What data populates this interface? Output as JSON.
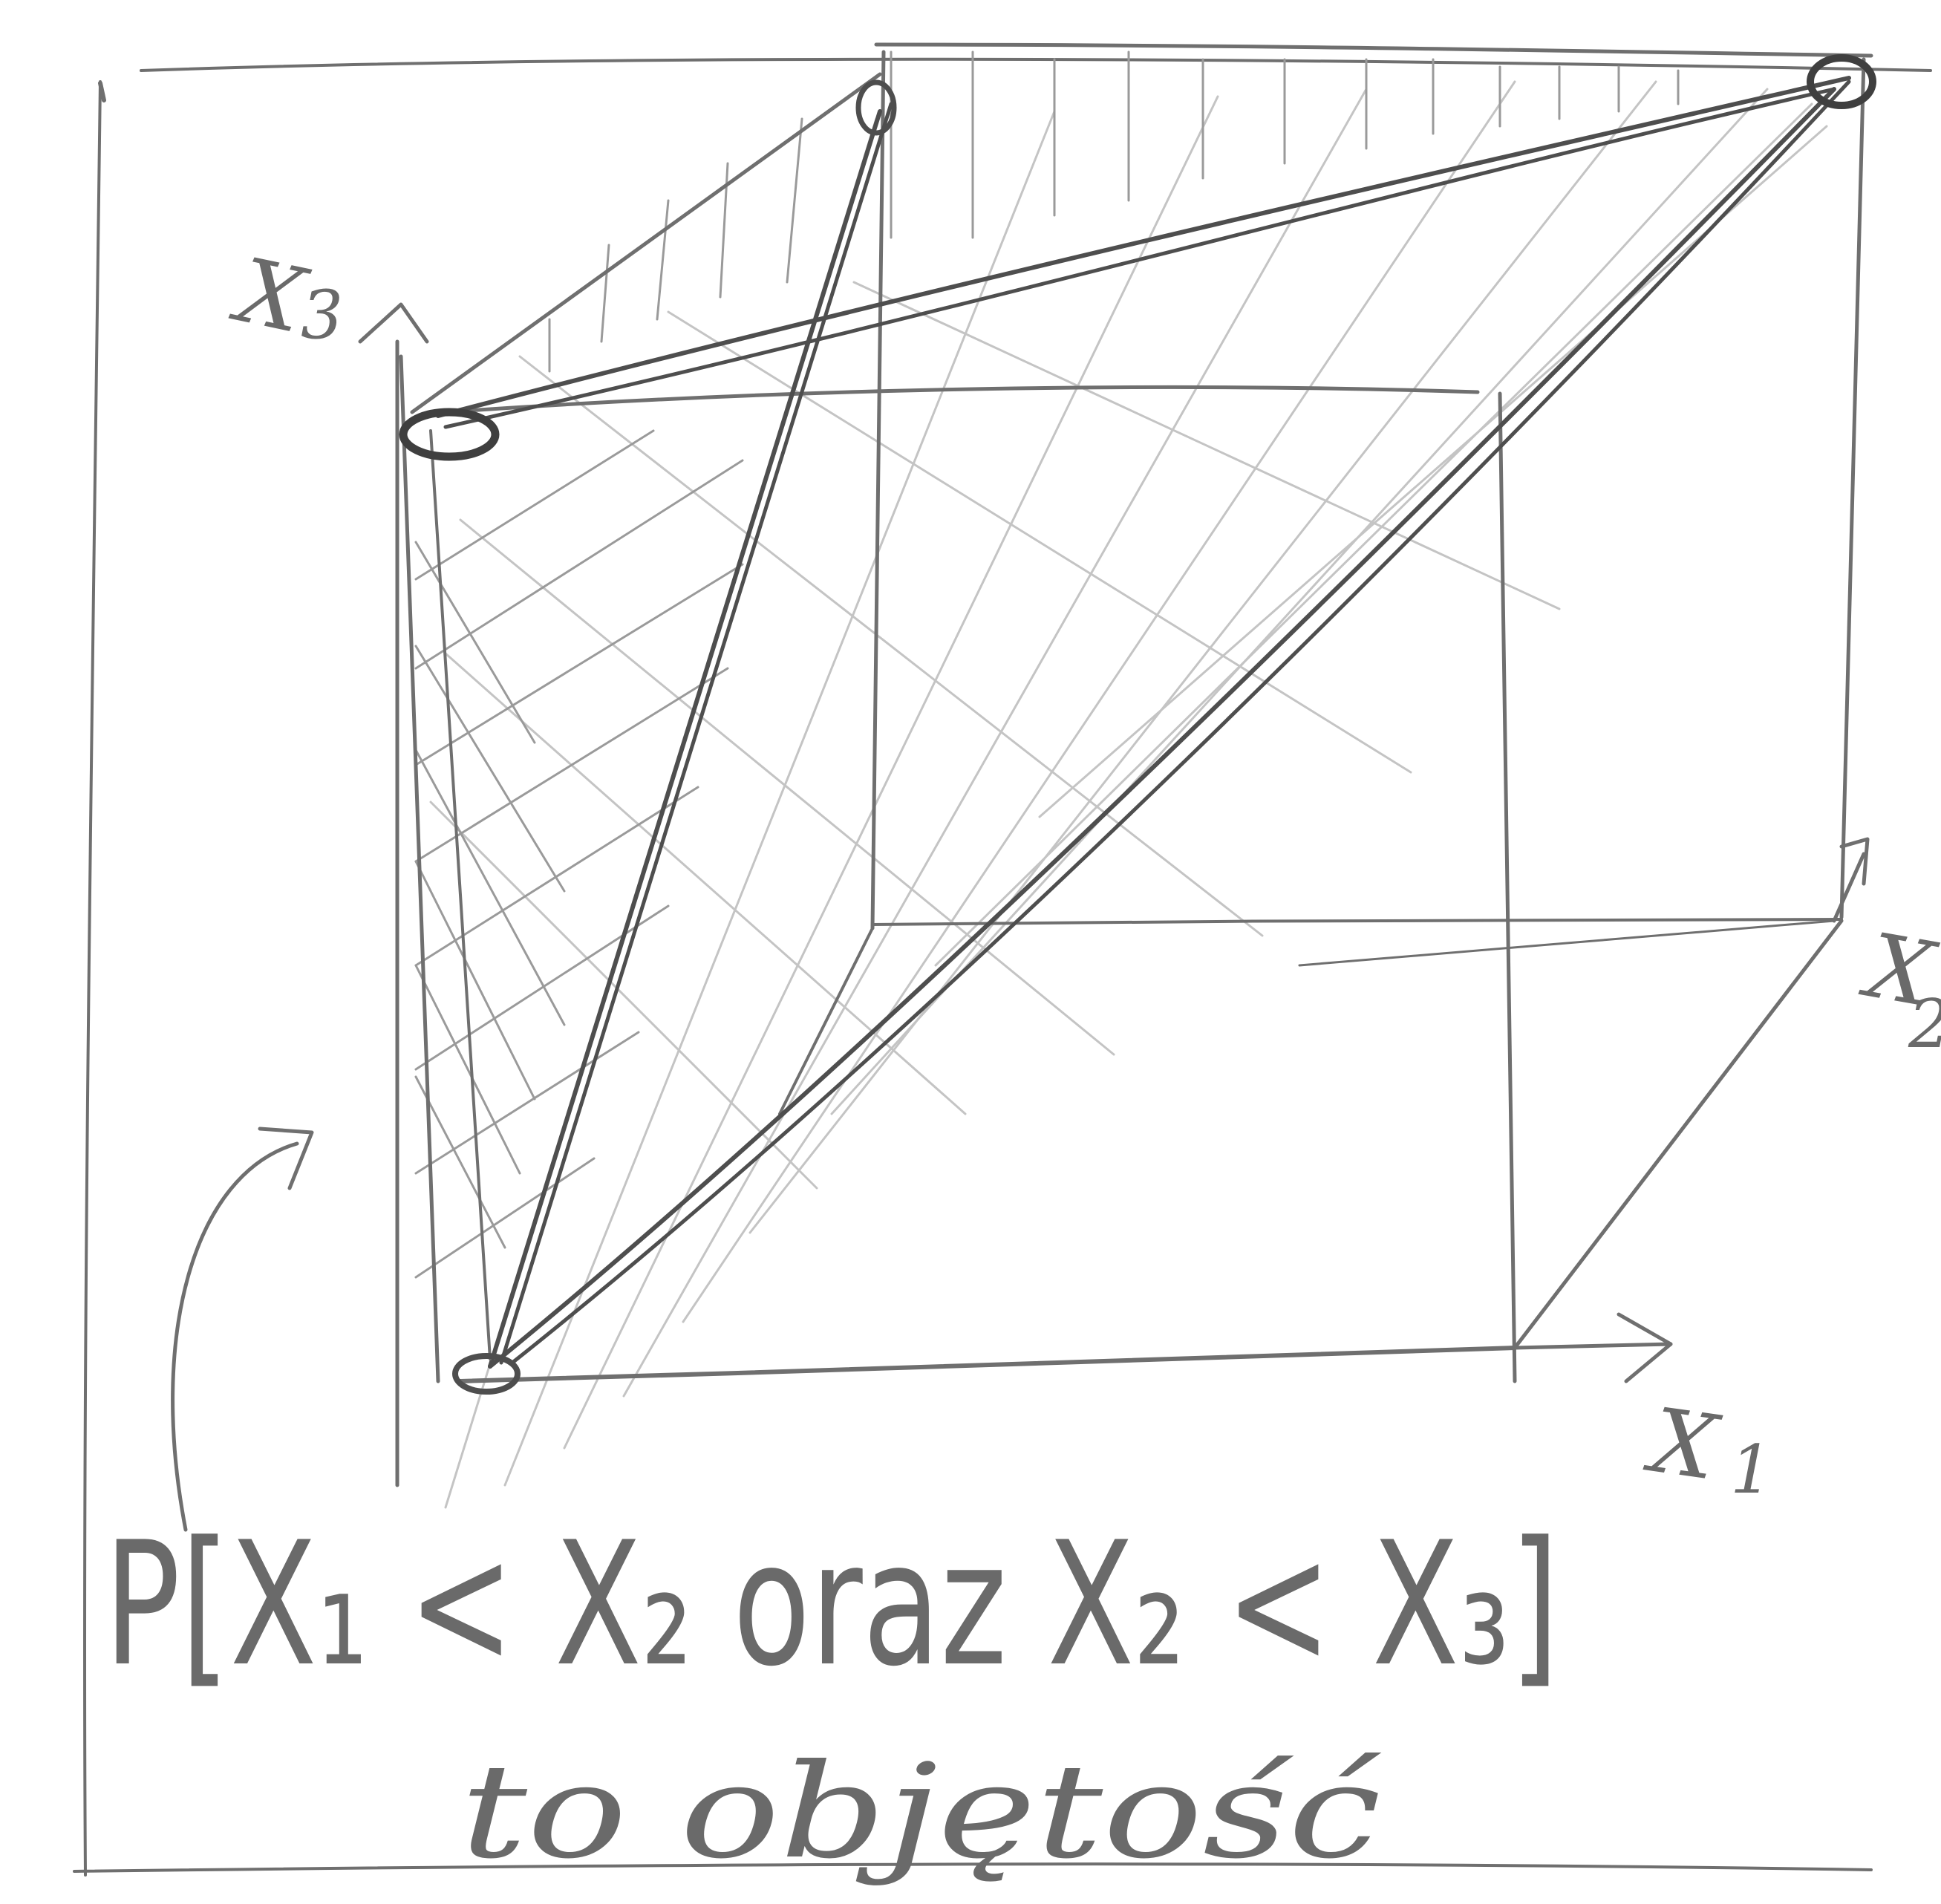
{
  "axes": {
    "x1": "X",
    "x1_sub": "1",
    "x2": "X",
    "x2_sub": "2",
    "x3": "X",
    "x3_sub": "3"
  },
  "caption": {
    "line1": "P[X₁ < X₂ oraz X₂ < X₃]",
    "line2": "to objętość"
  },
  "colors": {
    "paper": "#ffffff",
    "pencil": "#6f6f6f",
    "pencil_dark": "#4e4e4e"
  },
  "icons": {
    "pointer_arrow": "curved-arrow-icon"
  }
}
